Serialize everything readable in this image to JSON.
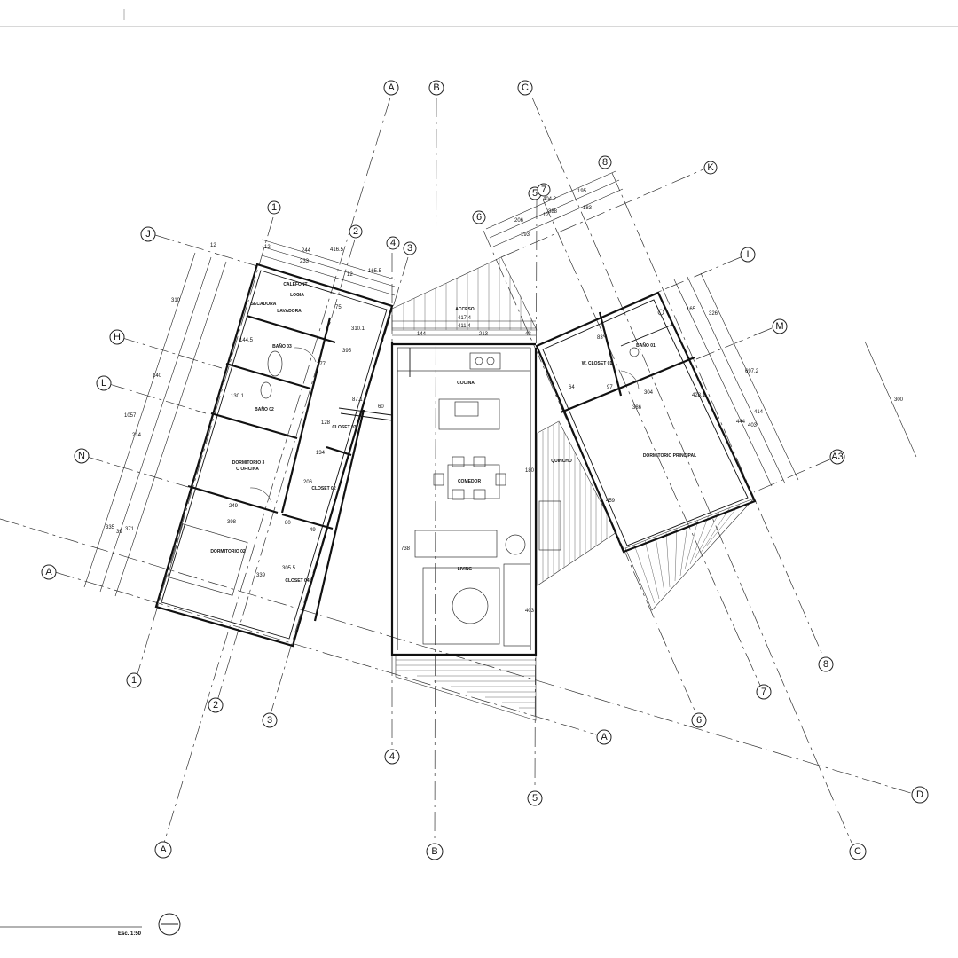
{
  "rooms": {
    "calefont": "CALEFONT",
    "logia": "LOGIA",
    "secadora": "SECADORA",
    "lavadora": "LAVADORA",
    "bano03": "BAÑO 03",
    "bano02": "BAÑO 02",
    "dormitorio3": "DORMITORIO 3",
    "oficina": "O OFICINA",
    "dormitorio02": "DORMITORIO 02",
    "closet03": "CLOSET 03",
    "closet02": "CLOSET 02",
    "closet04": "CLOSET 04",
    "acceso": "ACCESO",
    "cocina": "COCINA",
    "comedor": "COMEDOR",
    "living": "LIVING",
    "quincho": "QUINCHO",
    "wcloset01": "W. CLOSET 01",
    "bano01": "BAÑO 01",
    "dormitorio_principal": "DORMITORIO PRINCIPAL"
  },
  "grid_labels": {
    "a_top": "A",
    "b_top": "B",
    "c_top": "C",
    "n8": "8",
    "k": "K",
    "n5": "5",
    "n7": "7",
    "n6": "6",
    "n1_top": "1",
    "n2_top": "2",
    "n4_top": "4",
    "n3_top": "3",
    "j": "J",
    "h": "H",
    "l": "L",
    "n": "N",
    "a_left": "A",
    "i": "I",
    "m": "M",
    "a3": "A3",
    "n1_bot": "1",
    "n2_bot": "2",
    "n3_bot": "3",
    "n4_bot": "4",
    "n5_bot": "5",
    "a_mid": "A",
    "n6_bot": "6",
    "n7_bot": "7",
    "n8_bot": "8",
    "d": "D",
    "a_bot": "A",
    "b_bot": "B",
    "c_bot": "C"
  },
  "dimensions": {
    "d_244": "244",
    "d_416_5": "416.5",
    "d_233": "233",
    "d_165_5": "165.5",
    "d_12a": "12",
    "d_12b": "12",
    "d_12c": "12",
    "d_12d": "12",
    "d_417_4": "417.4",
    "d_411_4": "411.4",
    "d_144": "144",
    "d_213": "213",
    "d_43": "43",
    "d_206": "206",
    "d_193": "193",
    "d_388": "388",
    "d_195": "195",
    "d_183": "183",
    "d_404_2": "404.2",
    "d_310_1": "310.1",
    "d_395": "395",
    "d_75": "75",
    "d_277": "277",
    "d_87_1": "87.1",
    "d_60": "60",
    "d_128": "128",
    "d_134": "134",
    "d_206b": "206",
    "d_249": "249",
    "d_398": "398",
    "d_80": "80",
    "d_49": "49",
    "d_339": "339",
    "d_305_5": "305.5",
    "d_1057": "1057",
    "d_310": "310",
    "d_140": "140",
    "d_214": "214",
    "d_335": "335",
    "d_39": "39",
    "d_371": "371",
    "d_144_5": "144.5",
    "d_130_1": "130.1",
    "d_738": "738",
    "d_180": "180",
    "d_459": "459",
    "d_403": "403",
    "d_304": "304",
    "d_386": "386",
    "d_97": "97",
    "d_64": "64",
    "d_83": "83",
    "d_326": "326",
    "d_165": "165",
    "d_414": "414",
    "d_444": "444",
    "d_403b": "403",
    "d_697_2": "697.2",
    "d_428_1": "428.1",
    "d_300": "300"
  },
  "scale": {
    "label": "Esc. 1:50"
  }
}
